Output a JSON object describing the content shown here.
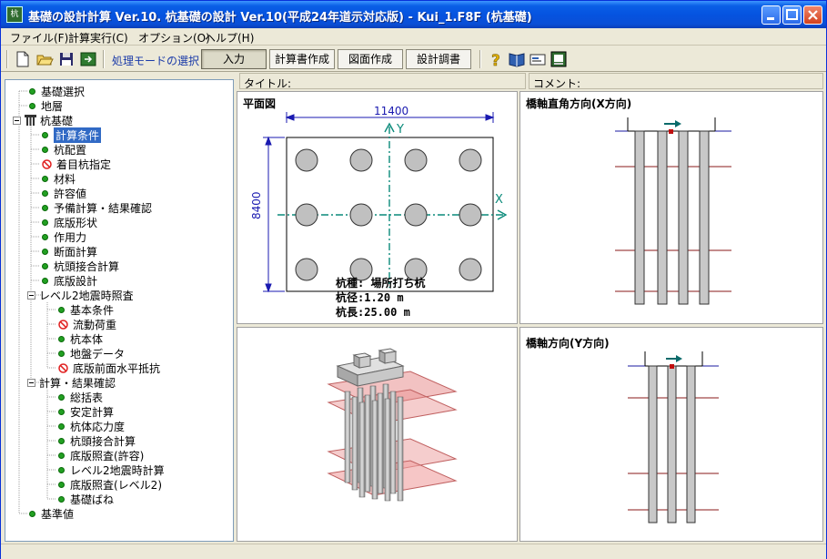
{
  "window": {
    "title": "基礎の設計計算 Ver.10. 杭基礎の設計 Ver.10(平成24年道示対応版) - Kui_1.F8F (杭基礎)",
    "icon_text": "杭"
  },
  "menu": [
    "ファイル(F)",
    "計算実行(C)",
    "オプション(O)",
    "ヘルプ(H)"
  ],
  "toolbar": {
    "mode_label": "処理モードの選択",
    "modes": [
      "入力",
      "計算書作成",
      "図面作成",
      "設計調書"
    ]
  },
  "tree": {
    "items": [
      "基礎選択",
      "地層",
      "杭基礎",
      "計算条件",
      "杭配置",
      "着目杭指定",
      "材料",
      "許容値",
      "予備計算・結果確認",
      "底版形状",
      "作用力",
      "断面計算",
      "杭頭接合計算",
      "底版設計",
      "レベル2地震時照査",
      "基本条件",
      "流動荷重",
      "杭本体",
      "地盤データ",
      "底版前面水平抵抗",
      "計算・結果確認",
      "総括表",
      "安定計算",
      "杭体応力度",
      "杭頭接合計算",
      "底版照査(許容)",
      "レベル2地震時計算",
      "底版照査(レベル2)",
      "基礎ばね",
      "基準値"
    ]
  },
  "header": {
    "title_label": "タイトル:",
    "comment_label": "コメント:"
  },
  "plan": {
    "title": "平面図",
    "dim_width": "11400",
    "dim_height": "8400",
    "axis_y": "Y",
    "axis_x": "X",
    "pile_type": "杭種: 場所打ち杭",
    "pile_diameter": "杭径:1.20 m",
    "pile_length": "杭長:25.00 m"
  },
  "view_x": {
    "title": "橋軸直角方向(X方向)"
  },
  "view_y": {
    "title": "橋軸方向(Y方向)"
  }
}
